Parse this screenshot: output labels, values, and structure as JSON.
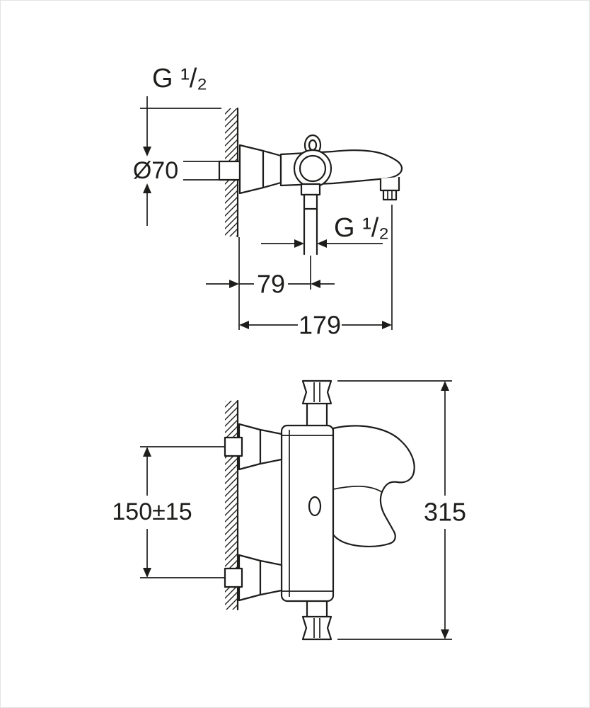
{
  "drawing": {
    "dimensions": {
      "thread_top": "G ¹/₂",
      "escutcheon_diameter": "Ø70",
      "thread_bottom": "G ¹/₂",
      "spout_inner_offset": "79",
      "spout_projection": "179",
      "inlet_center_distance": "150±15",
      "overall_height": "315"
    },
    "colors": {
      "line": "#1d1d1b",
      "background": "#ffffff"
    }
  }
}
